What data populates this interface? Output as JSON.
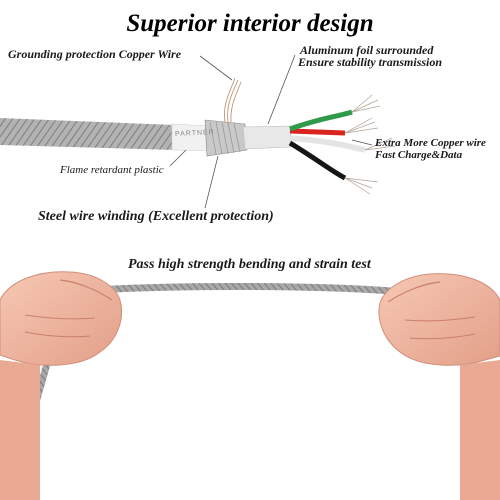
{
  "title": "Superior interior design",
  "labels": {
    "grounding": "Grounding protection Copper Wire",
    "foil_line1": "Aluminum foil surrounded",
    "foil_line2": "Ensure stability transmission",
    "extra_line1": "Extra More Copper wire",
    "extra_line2": "Fast Charge&Data",
    "flame": "Flame retardant plastic",
    "steel": "Steel wire winding (Excellent protection)",
    "pass": "Pass high strength bending and strain test"
  },
  "brand_print": "PARTNER",
  "colors": {
    "wire_red": "#d8261f",
    "wire_green": "#2e9a4a",
    "wire_white": "#f4f4f4",
    "wire_black": "#151515",
    "braid": "#9a9a9a",
    "skin": "#f0b9a3"
  }
}
